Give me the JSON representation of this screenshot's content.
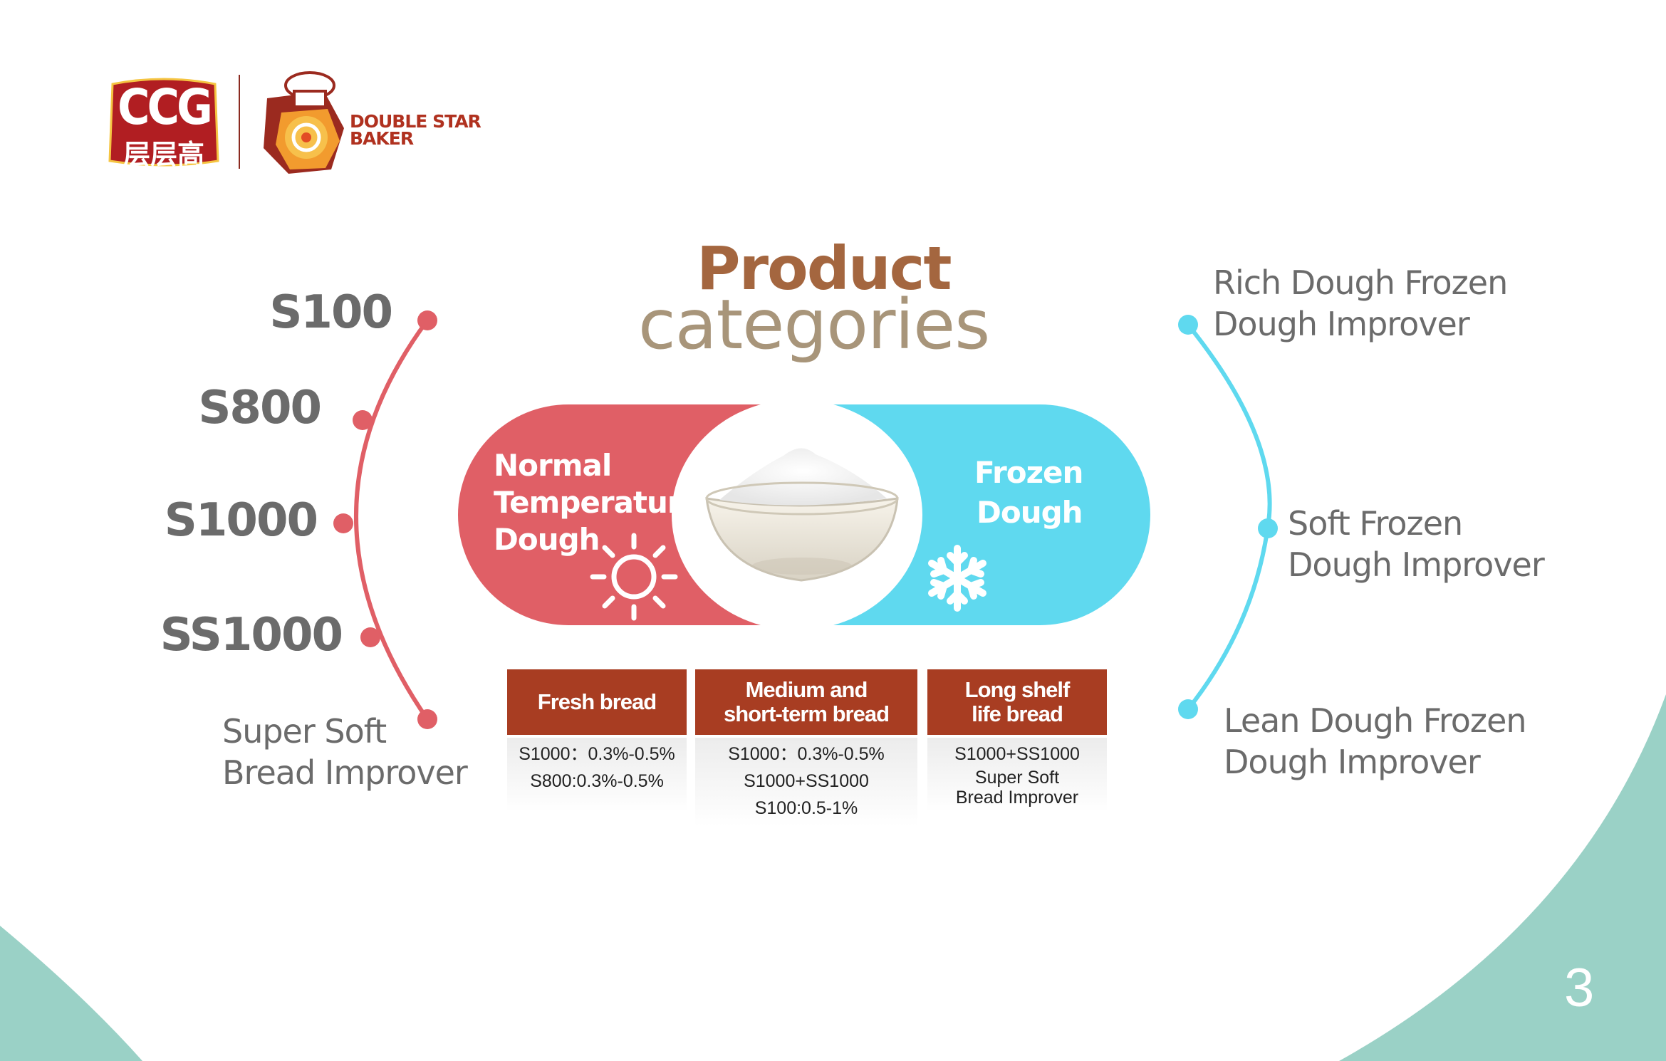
{
  "title": {
    "line1": "Product",
    "line2": "categories"
  },
  "logos": {
    "ccg_text": "CCG",
    "ccg_chinese": "层层高",
    "double_star_line1": "DOUBLE STAR",
    "double_star_line2": "BAKER"
  },
  "normal_dough": {
    "label_line1": "Normal",
    "label_line2": "Temperature",
    "label_line3": "Dough",
    "items": [
      "S100",
      "S800",
      "S1000",
      "SS1000"
    ],
    "last_item_line1": "Super Soft",
    "last_item_line2": "Bread Improver"
  },
  "frozen_dough": {
    "label_line1": "Frozen",
    "label_line2": "Dough",
    "items": [
      {
        "line1": "Rich Dough Frozen",
        "line2": "Dough Improver"
      },
      {
        "line1": "Soft Frozen",
        "line2": "Dough Improver"
      },
      {
        "line1": "Lean Dough Frozen",
        "line2": "Dough Improver"
      }
    ]
  },
  "table": {
    "columns": [
      {
        "head_line1": "Fresh bread",
        "head_line2": "",
        "rows": [
          "S1000：0.3%-0.5%",
          "S800:0.3%-0.5%"
        ]
      },
      {
        "head_line1": "Medium and",
        "head_line2": "short-term bread",
        "rows": [
          "S1000：0.3%-0.5%",
          "S1000+SS1000",
          "S100:0.5-1%"
        ]
      },
      {
        "head_line1": "Long shelf",
        "head_line2": "life bread",
        "rows": [
          "S1000+SS1000",
          "Super Soft",
          "Bread Improver"
        ]
      }
    ]
  },
  "page_number": "3",
  "colors": {
    "red": "#e05f66",
    "cyan": "#5fd9ef",
    "brown": "#a4663f",
    "tan": "#a8957a",
    "teal": "#9ad1c6",
    "table_head": "#a83d22"
  }
}
